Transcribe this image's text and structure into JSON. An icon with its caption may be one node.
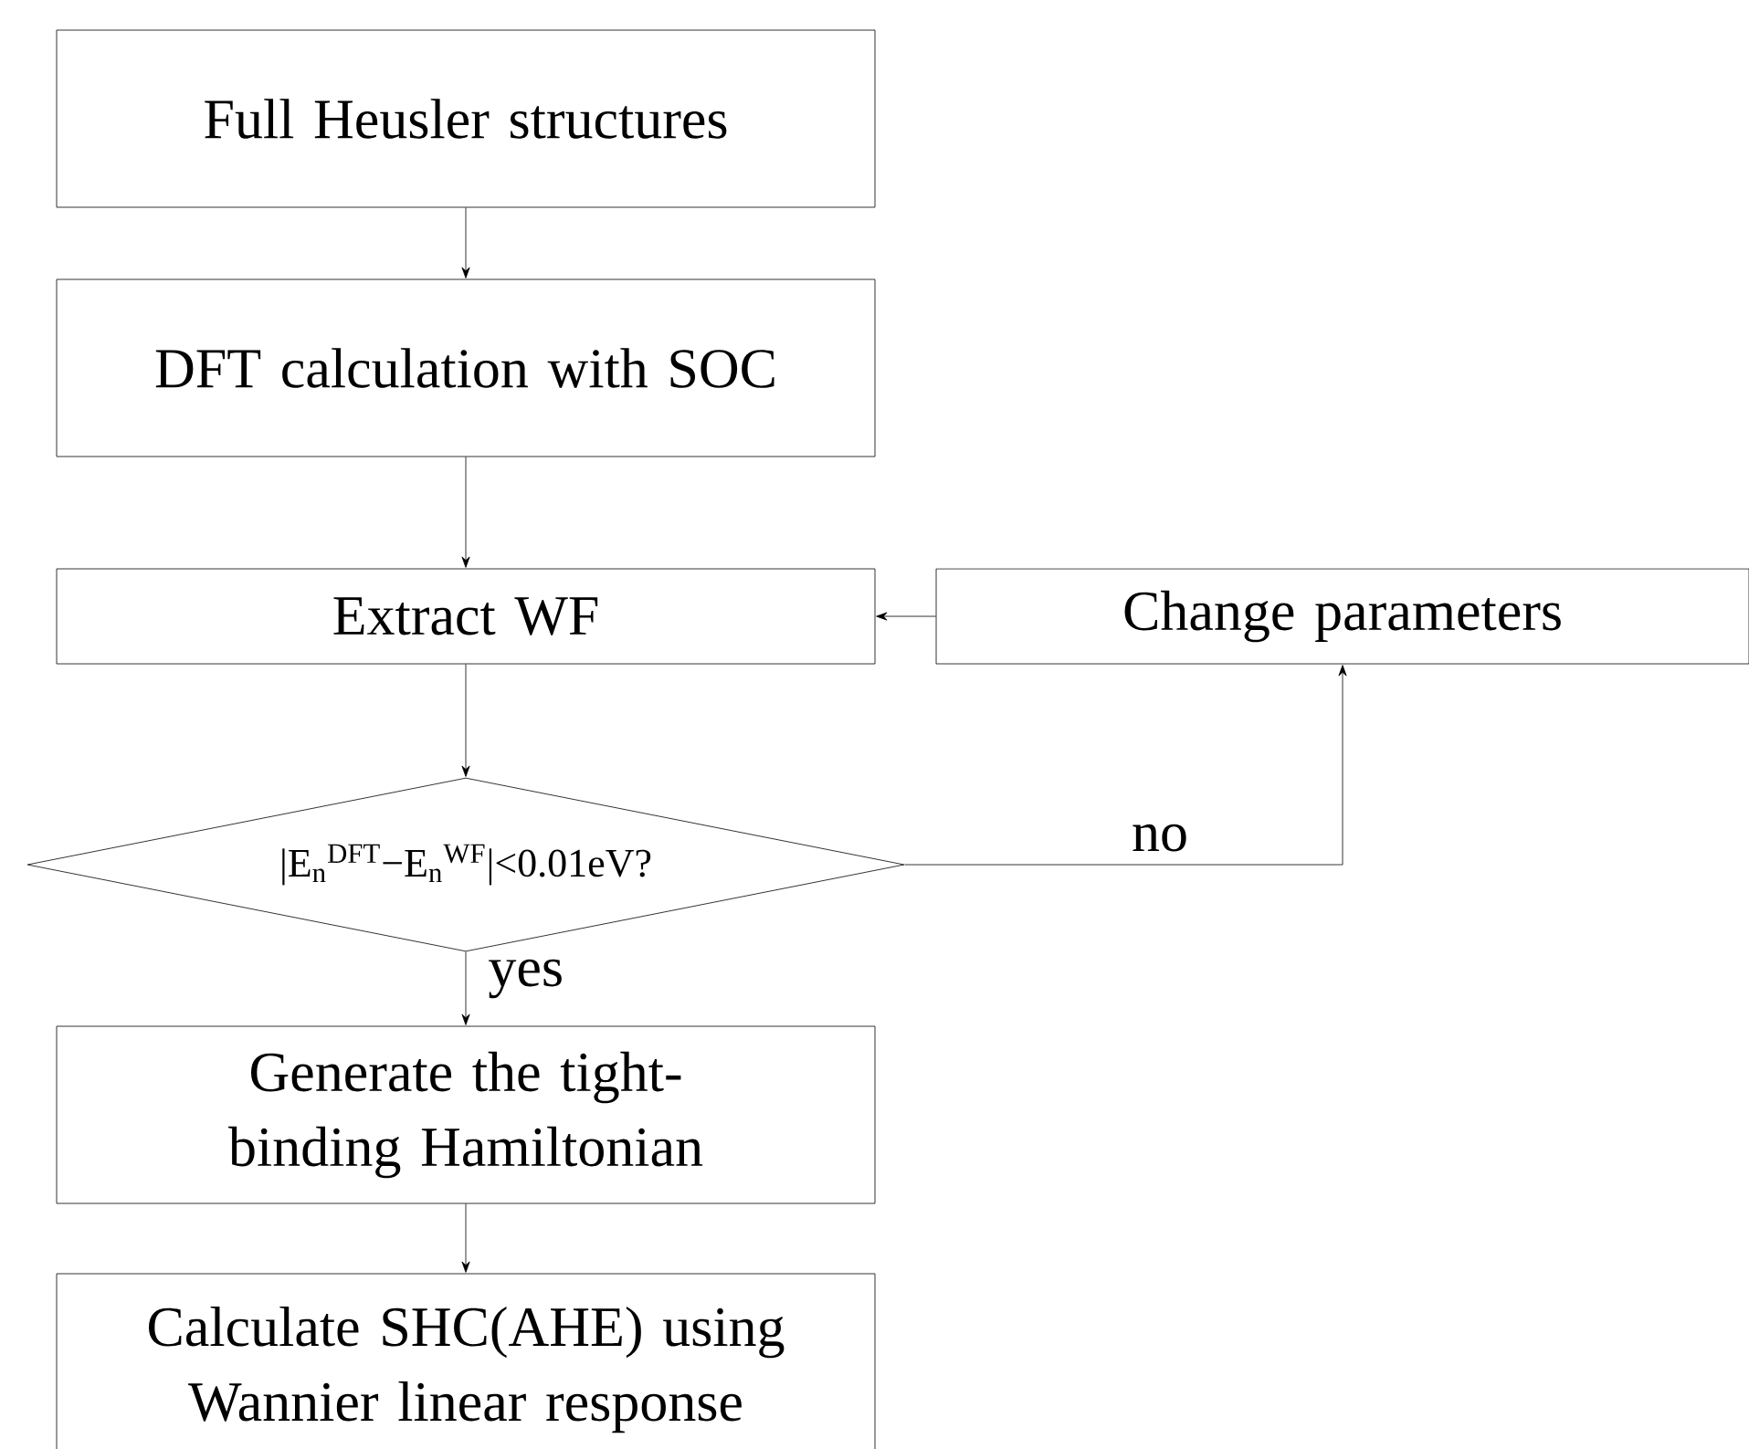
{
  "diagram": {
    "nodes": [
      {
        "text": [
          "Full Heusler structures"
        ]
      },
      {
        "text": [
          "DFT calculation with SOC"
        ]
      },
      {
        "text": [
          "Extract WF"
        ]
      },
      {
        "text": [
          "|E$_{n}$$^{DFT}$−E$_{n}$$^{WF}$|<0.01eV?"
        ]
      },
      {
        "text": [
          "Generate the tight-binding Hamiltonian"
        ]
      },
      {
        "text": [
          "Calculate SHC(AHE) using Wannier linear response"
        ]
      },
      {
        "text": [
          "Change parameters"
        ]
      }
    ],
    "edges": [
      {
        "from": 0,
        "to": 1,
        "arrow": "to"
      },
      {
        "from": 1,
        "to": 2,
        "arrow": "to"
      },
      {
        "from": 2,
        "to": 3,
        "arrow": "to"
      },
      {
        "from": 3,
        "to": 4,
        "arrow": "to",
        "label": "yes"
      },
      {
        "from": 4,
        "to": 5,
        "arrow": "to"
      },
      {
        "from": 3,
        "to": 6,
        "arrow": "to",
        "label": "no"
      },
      {
        "from": 6,
        "to": 2,
        "arrow": "to"
      }
    ]
  }
}
